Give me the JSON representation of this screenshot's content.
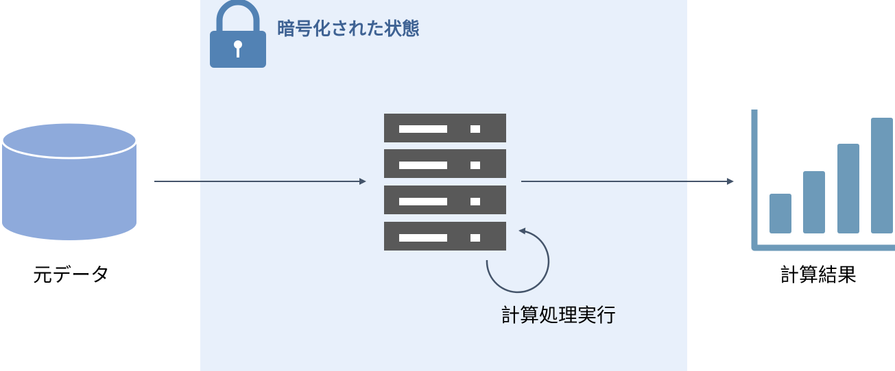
{
  "zone": {
    "title": "暗号化された状態",
    "background": "#e8f0fb",
    "title_color": "#3e6293",
    "icon": "lock-icon"
  },
  "nodes": {
    "source": {
      "label": "元データ",
      "icon": "database-icon",
      "color": "#8eaadb"
    },
    "server": {
      "icon": "server-icon",
      "color": "#595959"
    },
    "result": {
      "label": "計算結果",
      "icon": "bar-chart-icon",
      "color": "#6d9ab9"
    }
  },
  "process": {
    "label": "計算処理実行",
    "icon": "loop-arrow-icon"
  },
  "colors": {
    "arrow": "#44546a"
  }
}
